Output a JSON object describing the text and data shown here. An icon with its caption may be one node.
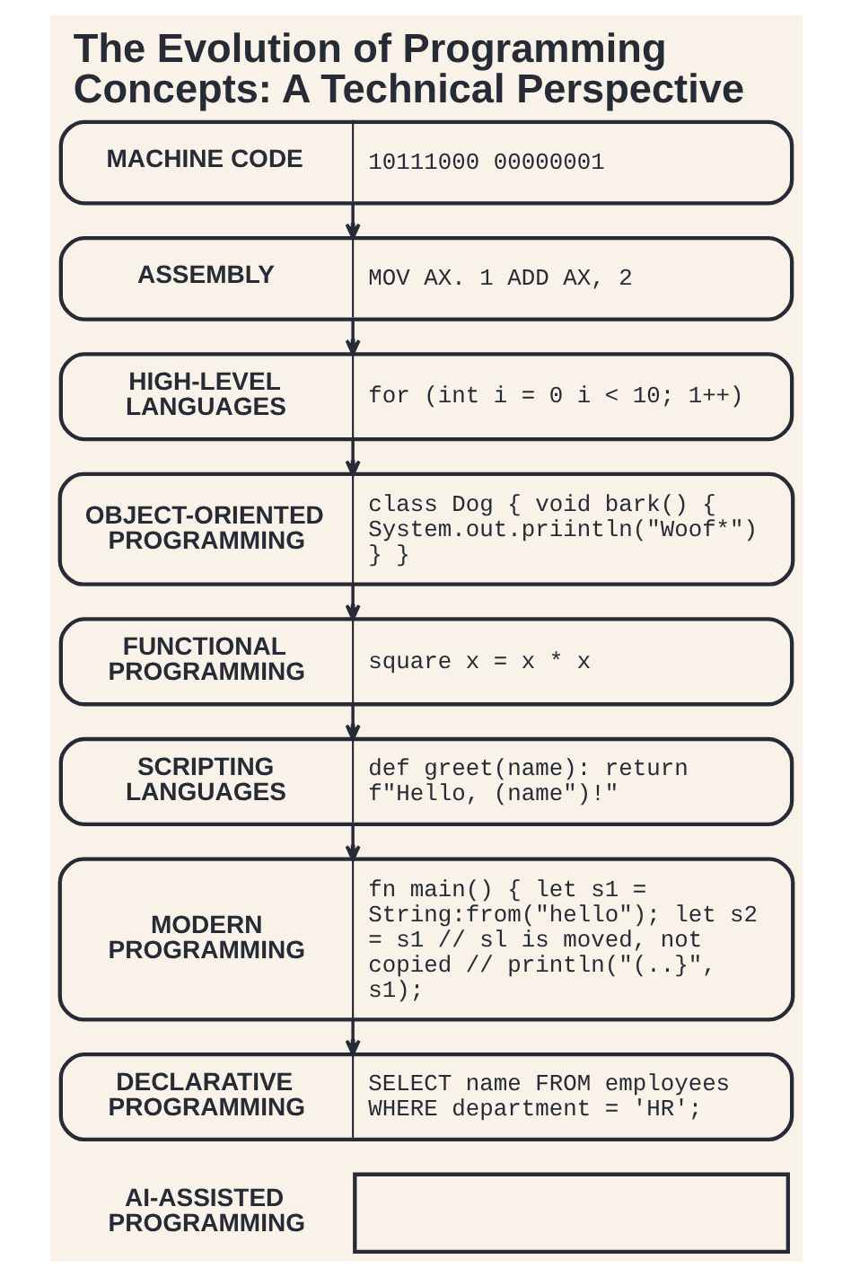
{
  "diagram": {
    "title": "The Evolution of Programming Concepts: A Technical Perspective",
    "nodes": [
      {
        "text": [
          "MACHINE CODE",
          "10111000 00000001"
        ]
      },
      {
        "text": [
          "ASSEMBLY",
          "MOV AX. 1 ADD AX, 2"
        ]
      },
      {
        "text": [
          "HIGH-LEVEL LANGUAGES",
          "for (int i = 0 i < 10; 1++)"
        ]
      },
      {
        "text": [
          "OBJECT-ORIENTED PROGRAMMING",
          "class Dog { void bark() { System.out.priintln(\"Woof*\") } }"
        ]
      },
      {
        "text": [
          "FUNCTIONAL PROGRAMMING",
          "square x = x * x"
        ]
      },
      {
        "text": [
          "SCRIPTING LANGUAGES",
          "def greet(name): return f\"Hello, (name\")!\""
        ]
      },
      {
        "text": [
          "MODERN PROGRAMMING",
          "fn main() { let s1 = String:from(\"hello\"); let s2 = s1 // sl is moved, not copied // println(\"(..}\", s1);"
        ]
      },
      {
        "text": [
          "DECLARATIVE PROGRAMMING",
          "SELECT name FROM employees WHERE department = 'HR';"
        ]
      },
      {
        "text": [
          "AI-ASSISTED PROGRAMMING"
        ]
      }
    ],
    "edges": [
      {
        "from": 0,
        "to": 1,
        "arrow": "to"
      },
      {
        "from": 1,
        "to": 2,
        "arrow": "to"
      },
      {
        "from": 2,
        "to": 3,
        "arrow": "to"
      },
      {
        "from": 3,
        "to": 4,
        "arrow": "to"
      },
      {
        "from": 4,
        "to": 5,
        "arrow": "to"
      },
      {
        "from": 5,
        "to": 6,
        "arrow": "to"
      },
      {
        "from": 6,
        "to": 7,
        "arrow": "to"
      }
    ]
  }
}
